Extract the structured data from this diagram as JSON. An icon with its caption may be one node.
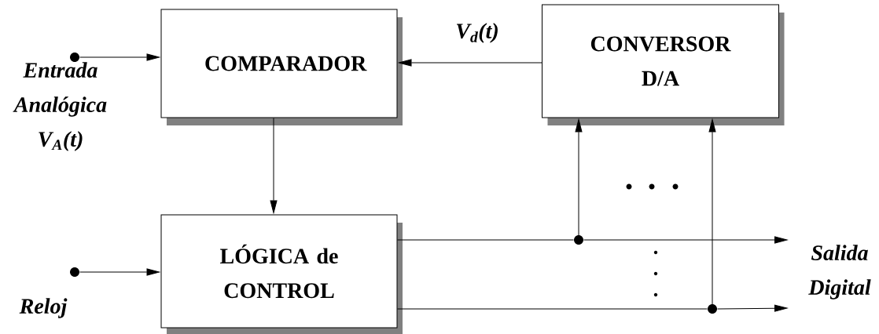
{
  "diagram": {
    "nodes": [
      {
        "text": [
          "COMPARADOR"
        ]
      },
      {
        "text": [
          "CONVERSOR D/A"
        ]
      },
      {
        "text": [
          "LÓGICA de CONTROL"
        ]
      },
      {
        "text": [],
        "shape": "circle",
        "beside": [
          "Entrada Analógica V$_{A}$(t)"
        ]
      },
      {
        "text": [],
        "shape": "circle",
        "beside": [
          "Reloj"
        ]
      },
      {
        "text": [],
        "shape": "circle"
      },
      {
        "text": [],
        "shape": "circle"
      }
    ],
    "edges": [
      {
        "from": 3,
        "to": 0,
        "arrow": "to"
      },
      {
        "from": 1,
        "to": 0,
        "arrow": "to",
        "label": "V$_{d}$(t)"
      },
      {
        "from": 0,
        "to": 2,
        "arrow": "to"
      },
      {
        "from": 4,
        "to": 2,
        "arrow": "to"
      },
      {
        "from": 2,
        "to": 5,
        "arrow": "none"
      },
      {
        "from": 5,
        "to": 1,
        "arrow": "to"
      },
      {
        "from": 5,
        "to": null,
        "arrow": "to"
      },
      {
        "from": 2,
        "to": 6,
        "arrow": "none"
      },
      {
        "from": 6,
        "to": 1,
        "arrow": "to"
      },
      {
        "from": 6,
        "to": null,
        "arrow": "to"
      }
    ],
    "labels": [
      "Salida Digital"
    ]
  }
}
